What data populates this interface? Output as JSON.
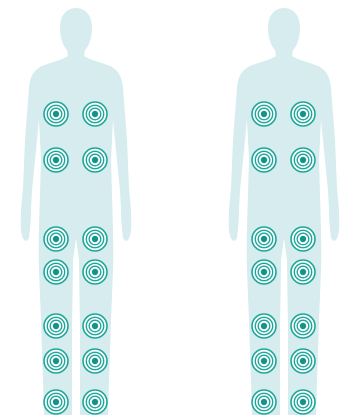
{
  "colors": {
    "background": "#ffffff",
    "silhouette": "#d6ecef",
    "marker": "#1aa79a",
    "marker_center": "#149488"
  },
  "figures": [
    {
      "name": "figure-left",
      "marker_count": 14,
      "marker_icon": "concentric-circle-target-icon"
    },
    {
      "name": "figure-right",
      "marker_count": 14,
      "marker_icon": "concentric-circle-target-icon"
    }
  ]
}
